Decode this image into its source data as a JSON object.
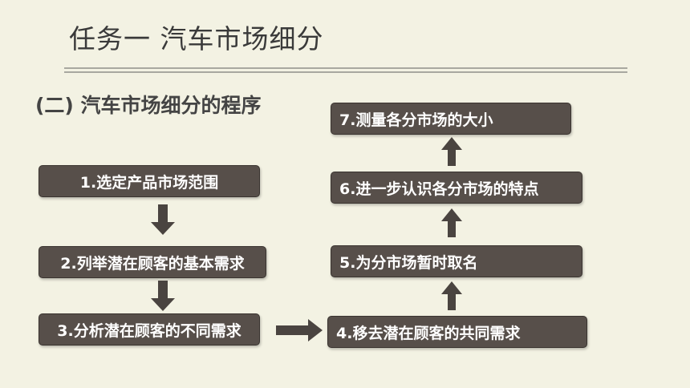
{
  "header": {
    "title": "任务一  汽车市场细分"
  },
  "section": {
    "subtitle": "(二) 汽车市场细分的程序"
  },
  "steps": [
    "1.选定产品市场范围",
    "2.列举潜在顾客的基本需求",
    "3.分析潜在顾客的不同需求",
    "4.移去潜在顾客的共同需求",
    "5.为分市场暂时取名",
    "6.进一步认识各分市场的特点",
    "7.测量各分市场的大小"
  ],
  "colors": {
    "box": "#574f4a",
    "arrow": "#4a4440",
    "background": "#f3f2e3"
  }
}
